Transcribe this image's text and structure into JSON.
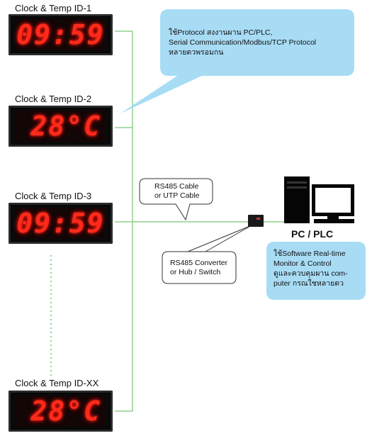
{
  "displays": [
    {
      "label": "Clock & Temp ID-1",
      "value": "09:59"
    },
    {
      "label": "Clock & Temp ID-2",
      "value": "28°C"
    },
    {
      "label": "Clock & Temp ID-3",
      "value": "09:59"
    },
    {
      "label": "Clock & Temp ID-XX",
      "value": "28°C"
    }
  ],
  "protocol_note": {
    "line1": "ใช้Protocol สงงานผาน PC/PLC,",
    "line2": "Serial Communication/Modbus/TCP Protocol",
    "line3": "หลายตวพรอมกน"
  },
  "rs485_cable": {
    "line1": "RS485 Cable",
    "line2": "or UTP Cable"
  },
  "rs485_converter": {
    "line1": "RS485 Converter",
    "line2": "or Hub / Switch"
  },
  "pc_label": "PC / PLC",
  "software_note": {
    "line1": "ใช้Software Real-time",
    "line2": "Monitor & Control",
    "line3": "ดูและควบคุมผาน com-",
    "line4": "puter กรณใชหลายตว"
  },
  "colors": {
    "led": "#ff2a1a",
    "bus_line": "#8fd08f",
    "bubble": "#a8dcf5"
  }
}
